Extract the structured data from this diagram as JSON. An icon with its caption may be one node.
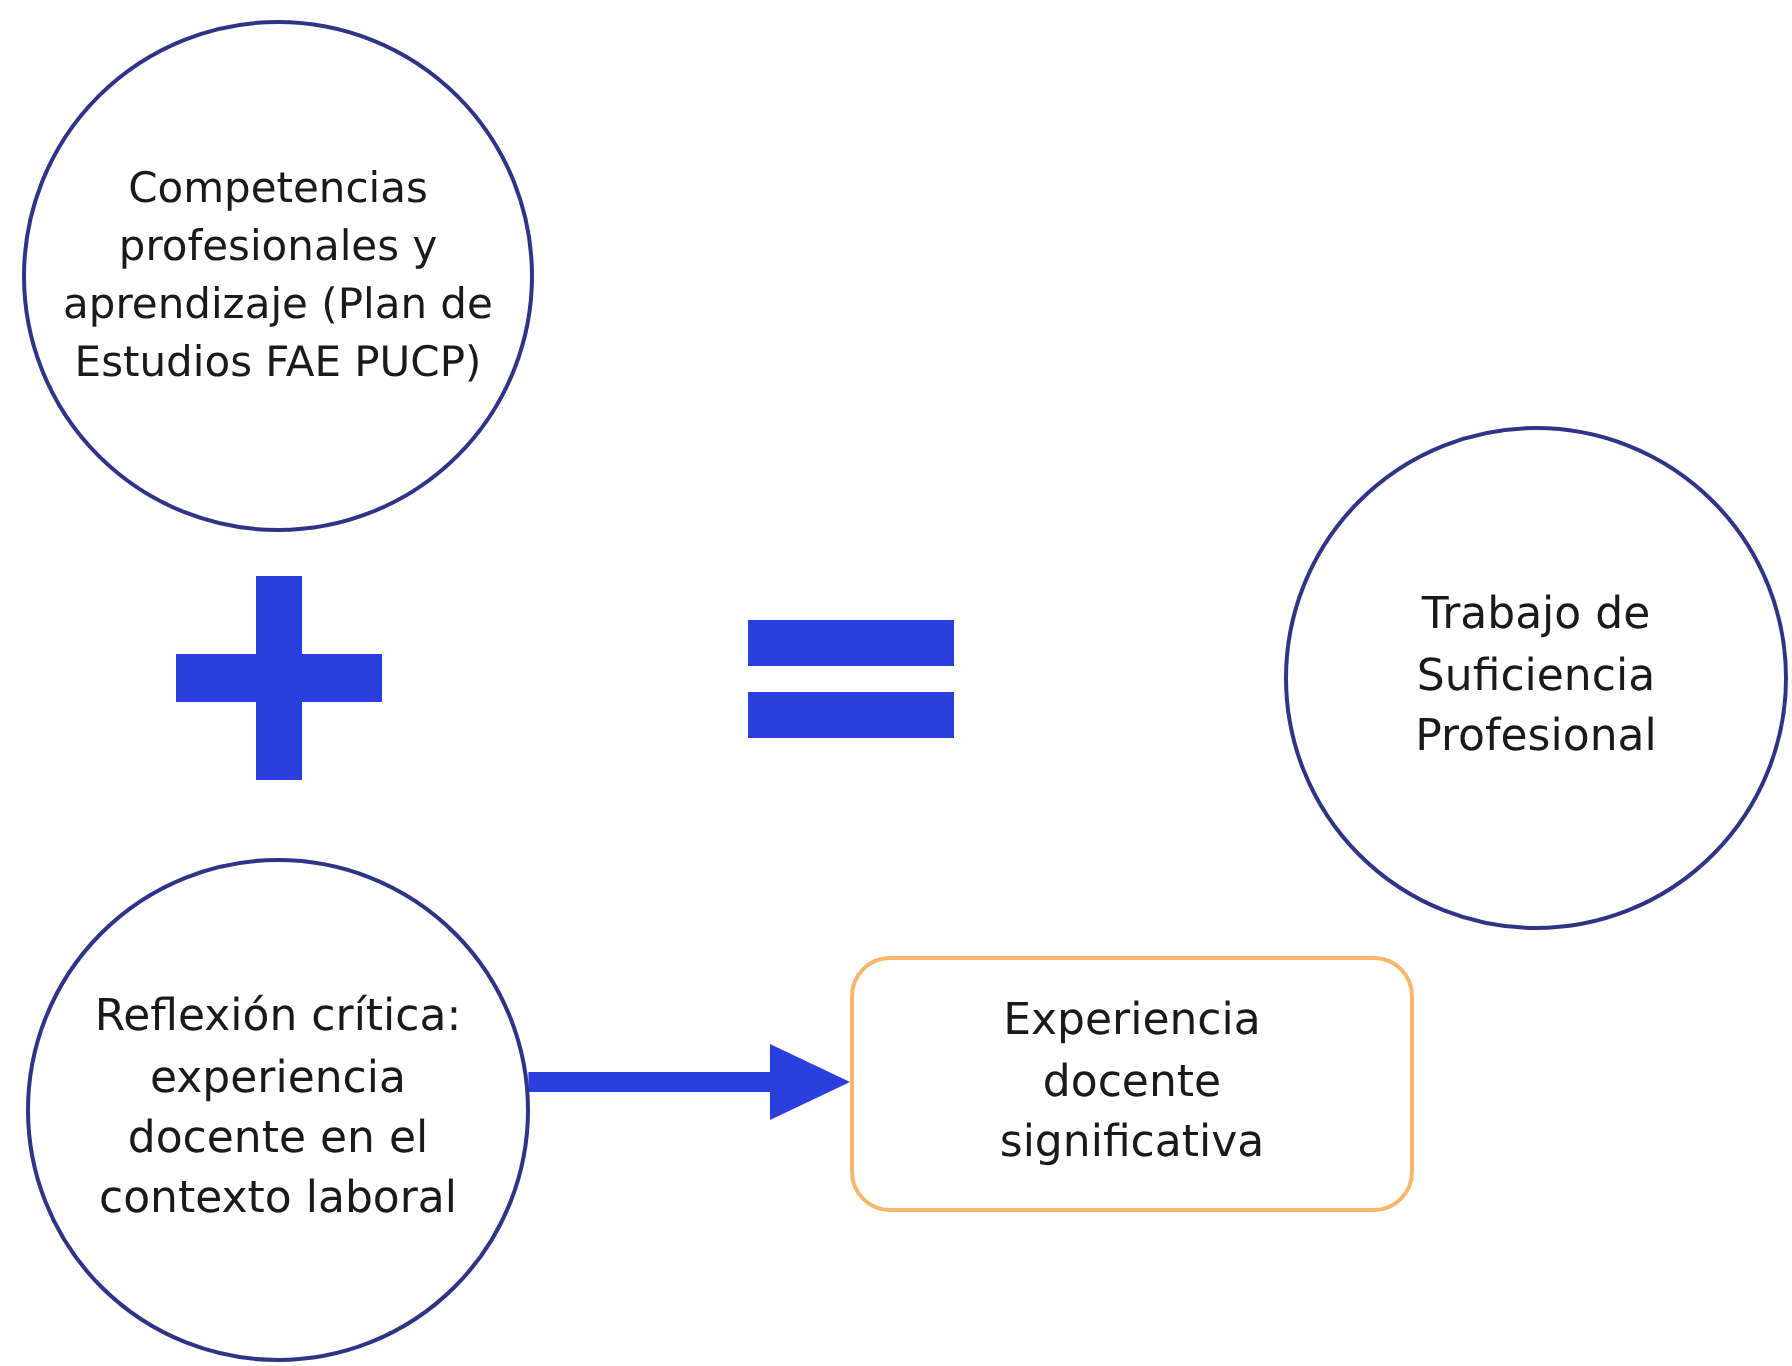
{
  "diagram": {
    "nodes": [
      {
        "text": [
          "Competencias profesionales y aprendizaje (Plan de Estudios FAE PUCP)"
        ]
      },
      {
        "text": [
          "Trabajo de Suficiencia Profesional"
        ]
      },
      {
        "text": [
          "Reflexión crítica: experiencia docente en el contexto laboral"
        ]
      },
      {
        "text": [
          "Experiencia docente significativa"
        ]
      }
    ],
    "edges": [
      {
        "from": 2,
        "to": 3,
        "arrow": "to"
      }
    ]
  }
}
